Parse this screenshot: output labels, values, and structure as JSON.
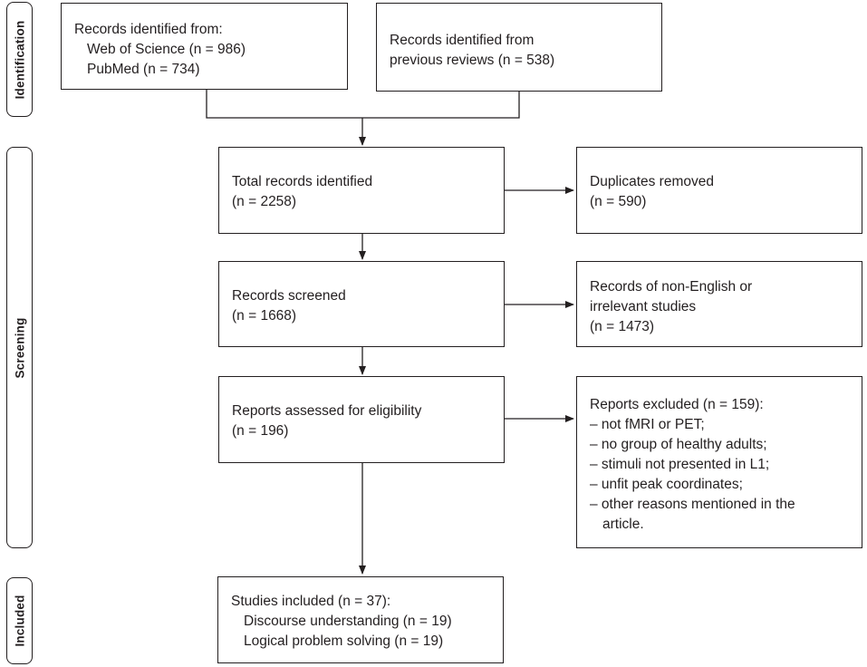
{
  "stages": {
    "identification": "Identification",
    "screening": "Screening",
    "included": "Included"
  },
  "boxes": {
    "databases": {
      "heading": "Records identified from:",
      "lines": [
        "Web of Science (n = 986)",
        "PubMed (n = 734)"
      ]
    },
    "previous_reviews": {
      "lines": [
        "Records identified from",
        "previous reviews (n = 538)"
      ]
    },
    "total_identified": {
      "lines": [
        "Total records identified",
        "(n = 2258)"
      ]
    },
    "duplicates": {
      "lines": [
        "Duplicates removed",
        "(n = 590)"
      ]
    },
    "screened": {
      "lines": [
        "Records screened",
        "(n = 1668)"
      ]
    },
    "non_english": {
      "lines": [
        "Records of non-English or",
        "irrelevant studies",
        "(n = 1473)"
      ]
    },
    "assessed": {
      "lines": [
        "Reports assessed for eligibility",
        "(n = 196)"
      ]
    },
    "excluded": {
      "heading": "Reports excluded (n = 159):",
      "lines": [
        "– not fMRI or PET;",
        "– no group of healthy adults;",
        "– stimuli not presented in L1;",
        "– unfit peak coordinates;",
        "– other reasons mentioned in the",
        "article."
      ]
    },
    "included": {
      "heading": "Studies included (n = 37):",
      "lines": [
        "Discourse understanding (n = 19)",
        "Logical problem solving (n = 19)"
      ]
    }
  }
}
